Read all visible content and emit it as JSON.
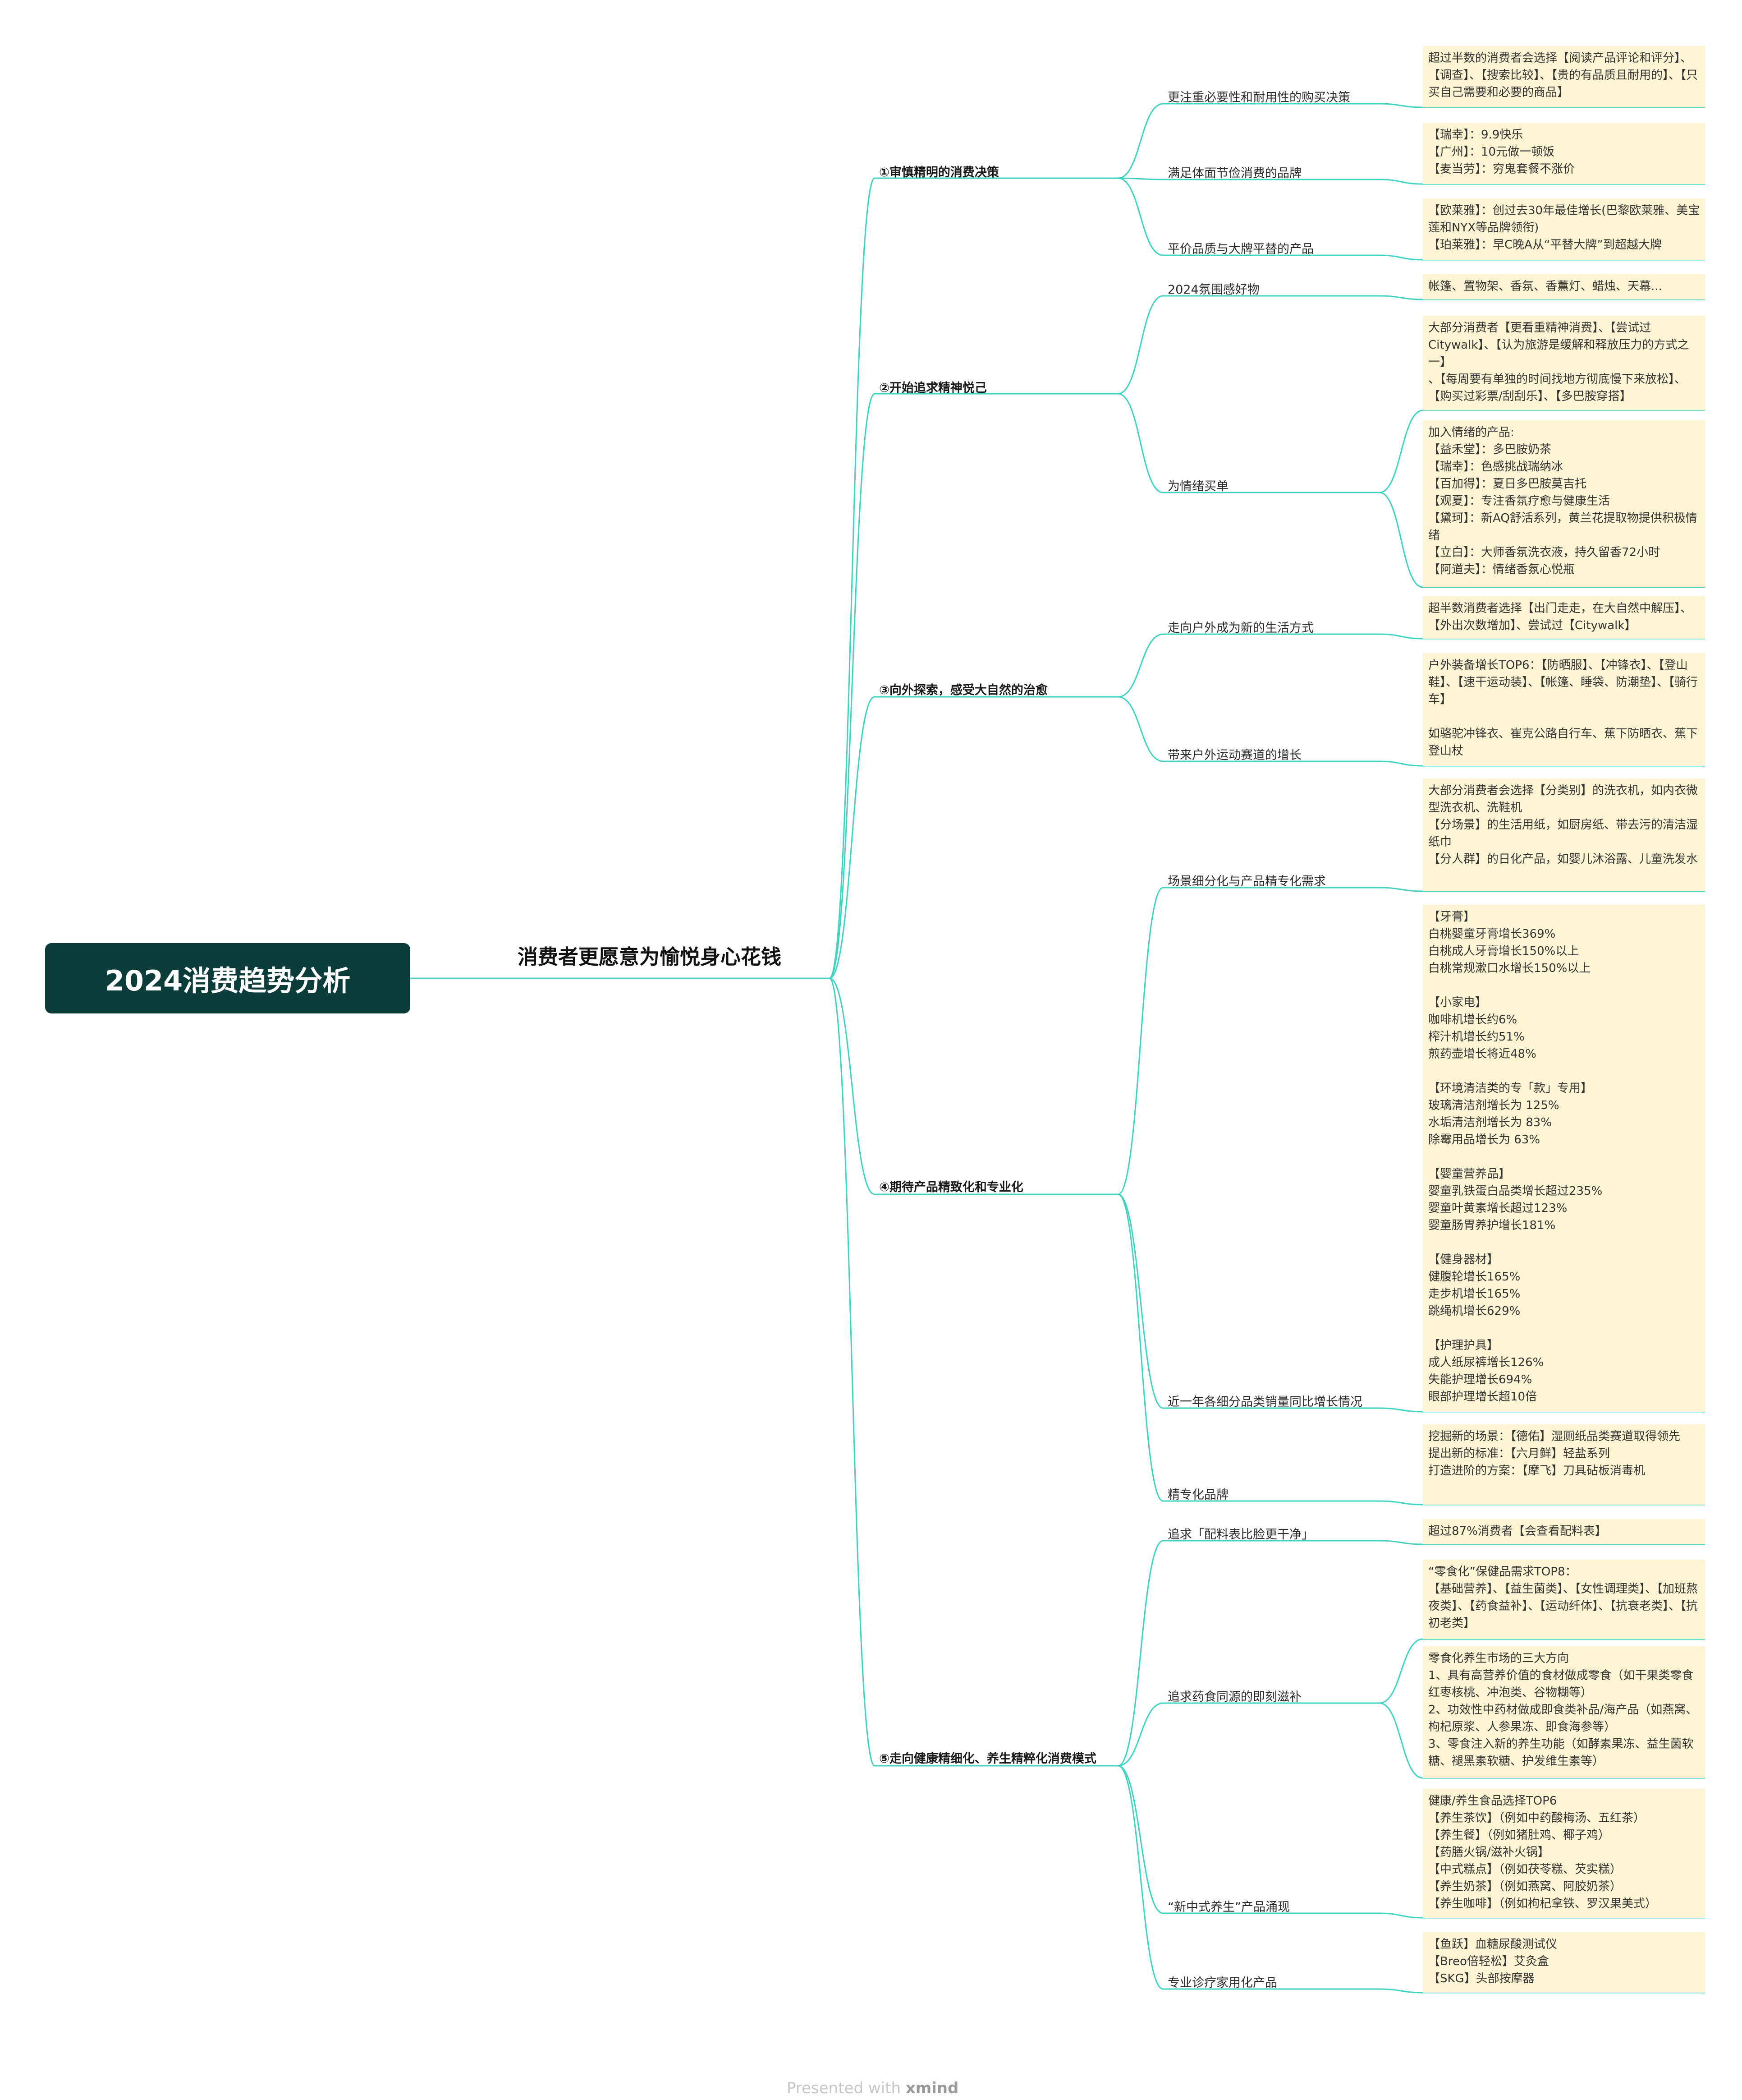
{
  "root": "2024消费趋势分析",
  "subtitle": "消费者更愿意为愉悦身心花钱",
  "branches": [
    {
      "label": "①审慎精明的消费决策",
      "children": [
        {
          "label": "更注重必要性和耐用性的购买决策",
          "notes": [
            "超过半数的消费者会选择【阅读产品评论和评分】、【调查】、【搜索比较】、【贵的有品质且耐用的】、【只买自己需要和必要的商品】"
          ]
        },
        {
          "label": "满足体面节俭消费的品牌",
          "notes": [
            "【瑞幸】：9.9快乐\n【广州】：10元做一顿饭\n【麦当劳】：穷鬼套餐不涨价"
          ]
        },
        {
          "label": "平价品质与大牌平替的产品",
          "notes": [
            "【欧莱雅】：创过去30年最佳增长(巴黎欧莱雅、美宝莲和NYX等品牌领衔)\n【珀莱雅】：早C晚A从“平替大牌”到超越大牌"
          ]
        }
      ]
    },
    {
      "label": "②开始追求精神悦己",
      "children": [
        {
          "label": "2024氛围感好物",
          "notes": [
            "帐篷、置物架、香氛、香薰灯、蜡烛、天幕..."
          ]
        },
        {
          "label": "为情绪买单",
          "notes": [
            "大部分消费者【更看重精神消费】、【尝试过Citywalk】、【认为旅游是缓解和释放压力的方式之一】\n、【每周要有单独的时间找地方彻底慢下来放松】、【购买过彩票/刮刮乐】、【多巴胺穿搭】",
            "加入情绪的产品:\n【益禾堂】：多巴胺奶茶\n【瑞幸】：色感挑战瑞纳冰\n【百加得】：夏日多巴胺莫吉托\n【观夏】：专注香氛疗愈与健康生活\n【黛珂】：新AQ舒活系列，黄兰花提取物提供积极情绪\n【立白】：大师香氛洗衣液，持久留香72小时\n【阿道夫】：情绪香氛心悦瓶"
          ]
        }
      ]
    },
    {
      "label": "③向外探索，感受大自然的治愈",
      "children": [
        {
          "label": "走向户外成为新的生活方式",
          "notes": [
            "超半数消费者选择【出门走走，在大自然中解压】、【外出次数增加】、尝试过【Citywalk】"
          ]
        },
        {
          "label": "带来户外运动赛道的增长",
          "notes": [
            "户外装备增长TOP6：【防晒服】、【冲锋衣】、【登山鞋】、【速干运动装】、【帐篷、睡袋、防潮垫】、【骑行车】\n\n如骆驼冲锋衣、崔克公路自行车、蕉下防晒衣、蕉下登山杖"
          ]
        }
      ]
    },
    {
      "label": "④期待产品精致化和专业化",
      "children": [
        {
          "label": "场景细分化与产品精专化需求",
          "notes": [
            "大部分消费者会选择【分类别】的洗衣机，如内衣微型洗衣机、洗鞋机\n【分场景】的生活用纸，如厨房纸、带去污的清洁湿纸巾\n【分人群】的日化产品，如婴儿沐浴露、儿童洗发水"
          ]
        },
        {
          "label": "近一年各细分品类销量同比增长情况",
          "notes": [
            "【牙膏】\n白桃婴童牙膏增长369%\n白桃成人牙膏增长150%以上\n白桃常规漱口水增长150%以上\n\n【小家电】\n咖啡机增长约6%\n榨汁机增长约51%\n煎药壶增长将近48%\n\n【环境清洁类的专「款」专用】\n玻璃清洁剂增长为 125%\n水垢清洁剂增长为 83%\n除霉用品增长为 63%\n\n【婴童营养品】\n婴童乳铁蛋白品类增长超过235%\n婴童叶黄素增长超过123%\n婴童肠胃养护增长181%\n\n【健身器材】\n健腹轮增长165%\n走步机增长165%\n跳绳机增长629%\n\n【护理护具】\n成人纸尿裤增长126%\n失能护理增长694%\n眼部护理增长超10倍"
          ]
        },
        {
          "label": "精专化品牌",
          "notes": [
            "挖掘新的场景：【德佑】湿厕纸品类赛道取得领先\n提出新的标准：【六月鲜】轻盐系列\n打造进阶的方案：【摩飞】刀具砧板消毒机"
          ]
        }
      ]
    },
    {
      "label": "⑤走向健康精细化、养生精粹化消费模式",
      "children": [
        {
          "label": "追求「配料表比脸更干净」",
          "notes": [
            "超过87%消费者【会查看配料表】"
          ]
        },
        {
          "label": "追求药食同源的即刻滋补",
          "notes": [
            "“零食化”保健品需求TOP8：\n【基础营养】、【益生菌类】、【女性调理类】、【加班熬夜类】、【药食益补】、【运动纤体】、【抗衰老类】、【抗初老类】",
            "零食化养生市场的三大方向\n1、具有高营养价值的食材做成零食（如干果类零食红枣核桃、冲泡类、谷物糊等）\n2、功效性中药材做成即食类补品/海产品（如燕窝、枸杞原浆、人参果冻、即食海参等）\n3、零食注入新的养生功能（如酵素果冻、益生菌软糖、褪黑素软糖、护发维生素等）"
          ]
        },
        {
          "label": "“新中式养生”产品涌现",
          "notes": [
            "健康/养生食品选择TOP6\n【养生茶饮】（例如中药酸梅汤、五红茶）\n【养生餐】（例如猪肚鸡、椰子鸡）\n【药膳火锅/滋补火锅】\n【中式糕点】（例如茯苓糕、芡实糕）\n【养生奶茶】（例如燕窝、阿胶奶茶）\n【养生咖啡】（例如枸杞拿铁、罗汉果美式）"
          ]
        },
        {
          "label": "专业诊疗家用化产品",
          "notes": [
            "【鱼跃】血糖尿酸测试仪\n【Breo倍轻松】艾灸盒\n【SKG】头部按摩器"
          ]
        }
      ]
    }
  ],
  "footer": {
    "prefix": "Presented with",
    "brand": "xmind"
  },
  "colors": {
    "line": "#3fd3c2",
    "root_bg": "#0d3d3a",
    "note_bg": "#fdf4d3"
  }
}
